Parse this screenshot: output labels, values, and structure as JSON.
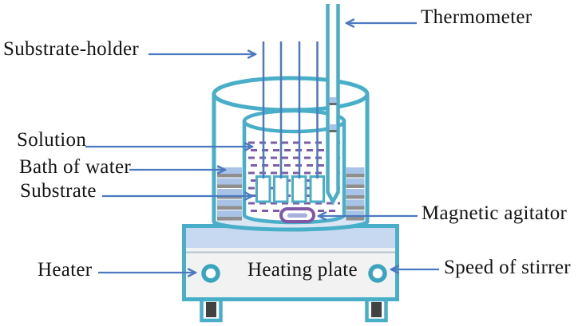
{
  "diagram": {
    "type": "lab-apparatus-schematic",
    "labels": {
      "thermometer": "Thermometer",
      "substrate_holder": "Substrate-holder",
      "solution": "Solution",
      "bath_of_water": "Bath of water",
      "substrate": "Substrate",
      "magnetic_agitator": "Magnetic agitator",
      "heater": "Heater",
      "heating_plate": "Heating plate",
      "speed_of_stirrer": "Speed of stirrer"
    },
    "colors": {
      "glassware_teal": "#49aec8",
      "arrow_blue": "#4d79c0",
      "rod_blue": "#4d79c0",
      "solution_dash_purple": "#7d5ca8",
      "agitator_purple": "#7e57a5",
      "agitator_bar": "#a7b2dc",
      "water_band_blue": "#a9c3e6",
      "water_band_gray": "#8f8f8f",
      "plate_top_band": "#c6d9f1",
      "plate_body": "#f2f2f2",
      "bath_bottom": "#dbe6f4",
      "foot_dark": "#424242",
      "label_text": "#141414"
    },
    "counts": {
      "substrate_rods": 4,
      "substrates": 4,
      "knobs": 2,
      "feet": 2
    }
  }
}
